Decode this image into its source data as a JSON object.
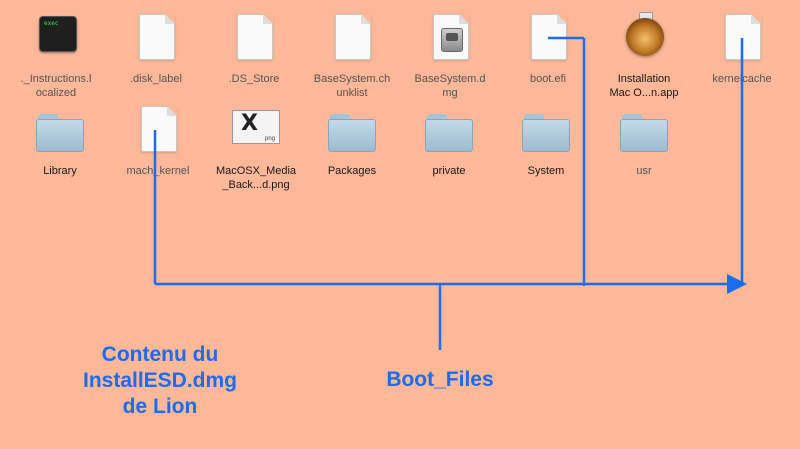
{
  "colors": {
    "background": "#fcb898",
    "callout": "#1a6cf0"
  },
  "files_row1": [
    {
      "name": "._Instructions.l\nocalized",
      "icon": "exec-icon",
      "icon_text": "exec"
    },
    {
      "name": ".disk_label",
      "icon": "document-icon"
    },
    {
      "name": ".DS_Store",
      "icon": "document-icon"
    },
    {
      "name": "BaseSystem.ch\nunklist",
      "icon": "document-icon"
    },
    {
      "name": "BaseSystem.d\nmg",
      "icon": "dmg-icon"
    },
    {
      "name": "boot.efi",
      "icon": "document-icon"
    },
    {
      "name": "Installation\nMac O...n.app",
      "icon": "lion-app-icon"
    },
    {
      "name": "kernelcache",
      "icon": "document-icon"
    }
  ],
  "files_row2": [
    {
      "name": "Library",
      "icon": "folder-icon"
    },
    {
      "name": "mach_kernel",
      "icon": "document-icon"
    },
    {
      "name": "MacOSX_Media\n_Back...d.png",
      "icon": "png-icon",
      "icon_text": "png"
    },
    {
      "name": "Packages",
      "icon": "folder-icon"
    },
    {
      "name": "private",
      "icon": "folder-icon"
    },
    {
      "name": "System",
      "icon": "folder-icon"
    },
    {
      "name": "usr",
      "icon": "folder-icon"
    }
  ],
  "annotations": {
    "left_caption": "Contenu du\nInstallESD.dmg\nde Lion",
    "boot_caption": "Boot_Files"
  }
}
